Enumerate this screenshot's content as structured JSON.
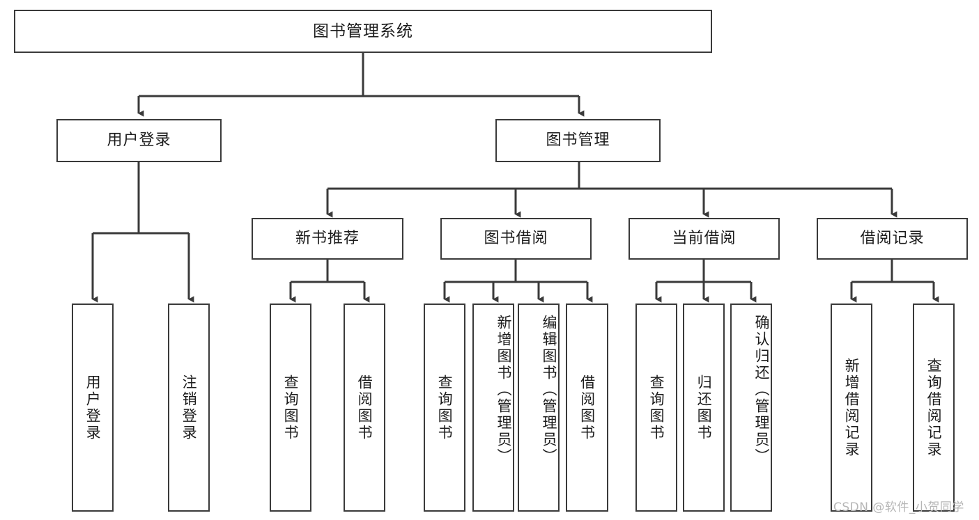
{
  "diagram": {
    "type": "tree-hierarchy",
    "title": "图书管理系统",
    "root": {
      "id": "root",
      "label": "图书管理系统"
    },
    "level1": [
      {
        "id": "user-login",
        "label": "用户登录"
      },
      {
        "id": "book-manage",
        "label": "图书管理"
      }
    ],
    "level2": [
      {
        "id": "new-book-rec",
        "label": "新书推荐",
        "parent": "book-manage"
      },
      {
        "id": "book-borrow",
        "label": "图书借阅",
        "parent": "book-manage"
      },
      {
        "id": "current-borrow",
        "label": "当前借阅",
        "parent": "book-manage"
      },
      {
        "id": "borrow-record",
        "label": "借阅记录",
        "parent": "book-manage"
      }
    ],
    "leaves": {
      "user-login": [
        {
          "id": "leaf-user-login",
          "label": "用户登录"
        },
        {
          "id": "leaf-user-logout",
          "label": "注销登录"
        }
      ],
      "new-book-rec": [
        {
          "id": "leaf-query-book-1",
          "label": "查询图书"
        },
        {
          "id": "leaf-borrow-book-1",
          "label": "借阅图书"
        }
      ],
      "book-borrow": [
        {
          "id": "leaf-query-book-2",
          "label": "查询图书"
        },
        {
          "id": "leaf-add-book",
          "label": "新增图书（管理员）"
        },
        {
          "id": "leaf-edit-book",
          "label": "编辑图书（管理员）"
        },
        {
          "id": "leaf-borrow-book-2",
          "label": "借阅图书"
        }
      ],
      "current-borrow": [
        {
          "id": "leaf-query-book-3",
          "label": "查询图书"
        },
        {
          "id": "leaf-return-book",
          "label": "归还图书"
        },
        {
          "id": "leaf-confirm-return",
          "label": "确认归还（管理员）"
        }
      ],
      "borrow-record": [
        {
          "id": "leaf-add-record",
          "label": "新增借阅记录"
        },
        {
          "id": "leaf-query-record",
          "label": "查询借阅记录"
        }
      ]
    }
  },
  "watermark": {
    "text": "CSDN @软件_小贺同学"
  },
  "colors": {
    "box_border": "#3a3a3a",
    "box_fill": "#ffffff",
    "line": "#3a3a3a",
    "text": "#1c1c1c",
    "watermark": "#b6b6b6",
    "background": "#ffffff"
  }
}
